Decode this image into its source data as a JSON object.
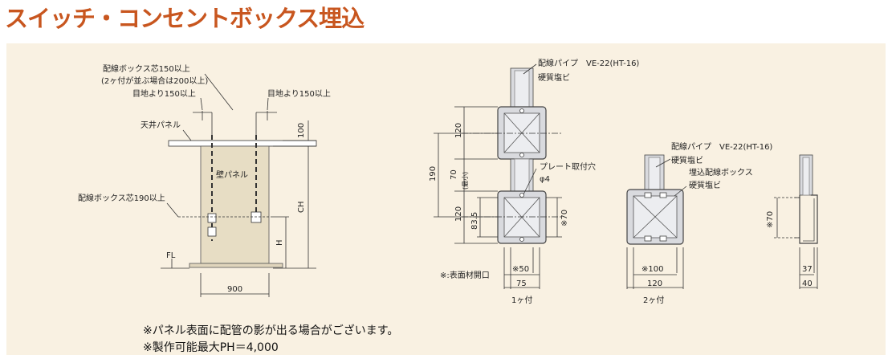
{
  "title": "スイッチ・コンセントボックス埋込",
  "colors": {
    "title": "#c8561f",
    "panel_bg": "#f9f1e2",
    "wall_panel": "#e7ddc4",
    "box_stroke": "#444444",
    "box_fill": "#d9dade",
    "box_inner": "#ecedf0"
  },
  "left_diagram": {
    "label_box_center": "配線ボックス芯150以上",
    "label_box_center_note": "(2ヶ付が並ぶ場合は200以上)",
    "label_joint_left": "目地より150以上",
    "label_joint_right": "目地より150以上",
    "label_ceiling": "天井パネル",
    "label_wall": "壁パネル",
    "label_box_190": "配線ボックス芯190以上",
    "label_fl": "FL",
    "dim_100": "100",
    "dim_ch": "CH",
    "dim_h": "H",
    "dim_900": "900"
  },
  "middle_diagram": {
    "label_pipe": "配線パイプ　VE-22(HT-16)",
    "label_pipe_material": "硬質塩ビ",
    "label_plate_hole": "プレート取付穴",
    "label_phi4": "φ4",
    "dim_120_top": "120",
    "dim_70": "70",
    "dim_70_note": "(最小)",
    "dim_190": "190",
    "dim_120_bottom": "120",
    "dim_83_5": "83.5",
    "dim_x70": "※70",
    "dim_x50": "※50",
    "dim_75": "75",
    "caption": "1ヶ付",
    "note_surface": "※:表面材開口"
  },
  "right_diagram": {
    "label_pipe": "配線パイプ　VE-22(HT-16)",
    "label_pipe_material": "硬質塩ビ",
    "label_embed_box": "埋込配線ボックス",
    "label_embed_material": "硬質塩ビ",
    "dim_x100": "※100",
    "dim_120": "120",
    "caption": "2ヶ付"
  },
  "side_diagram": {
    "dim_x70": "※70",
    "dim_37": "37",
    "dim_40": "40"
  },
  "notes": [
    "※パネル表面に配管の影が出る場合がございます。",
    "※製作可能最大PH＝4,000"
  ]
}
